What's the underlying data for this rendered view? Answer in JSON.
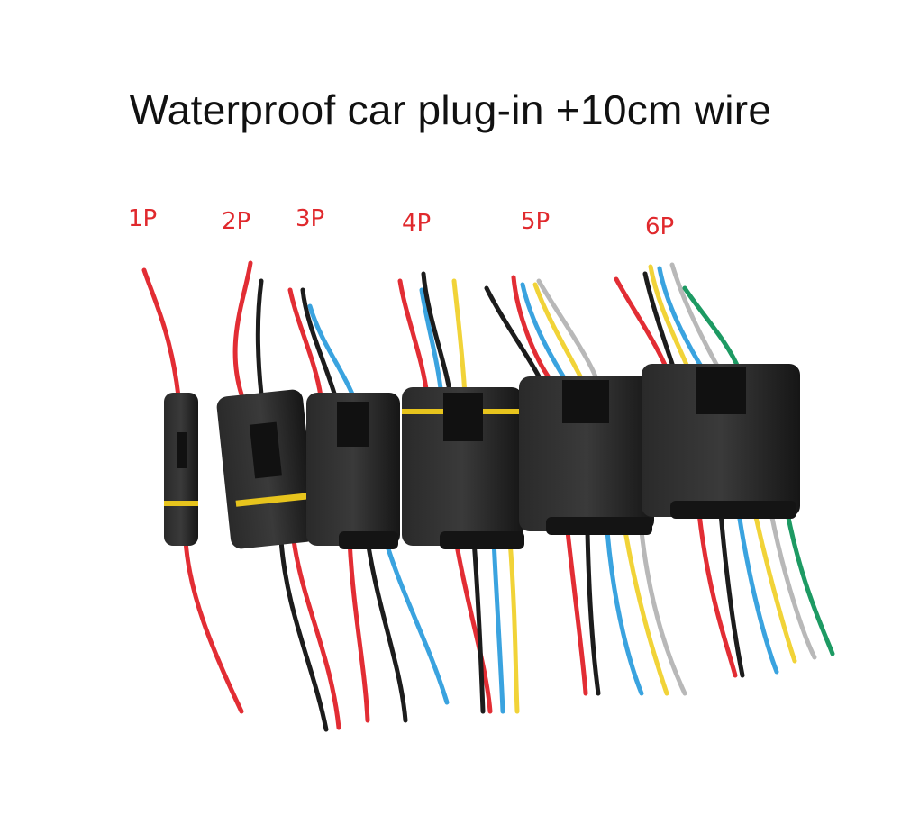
{
  "title": "Waterproof car plug-in +10cm wire",
  "colors": {
    "label": "#e0292d",
    "housing": "#1f1f1f",
    "seal": "#e7c41d",
    "wire_red": "#e22d34",
    "wire_black": "#1c1c1c",
    "wire_blue": "#3aa3df",
    "wire_yellow": "#f1d338",
    "wire_gray": "#b8b8b8",
    "wire_green": "#1d9a63"
  },
  "connectors": [
    {
      "label": "1P",
      "pins": 1,
      "wires": [
        "red"
      ]
    },
    {
      "label": "2P",
      "pins": 2,
      "wires": [
        "red",
        "black"
      ]
    },
    {
      "label": "3P",
      "pins": 3,
      "wires": [
        "red",
        "black",
        "blue"
      ]
    },
    {
      "label": "4P",
      "pins": 4,
      "wires": [
        "red",
        "black",
        "blue",
        "yellow"
      ]
    },
    {
      "label": "5P",
      "pins": 5,
      "wires": [
        "red",
        "black",
        "blue",
        "yellow",
        "gray"
      ]
    },
    {
      "label": "6P",
      "pins": 6,
      "wires": [
        "red",
        "black",
        "blue",
        "yellow",
        "gray",
        "green"
      ]
    }
  ]
}
